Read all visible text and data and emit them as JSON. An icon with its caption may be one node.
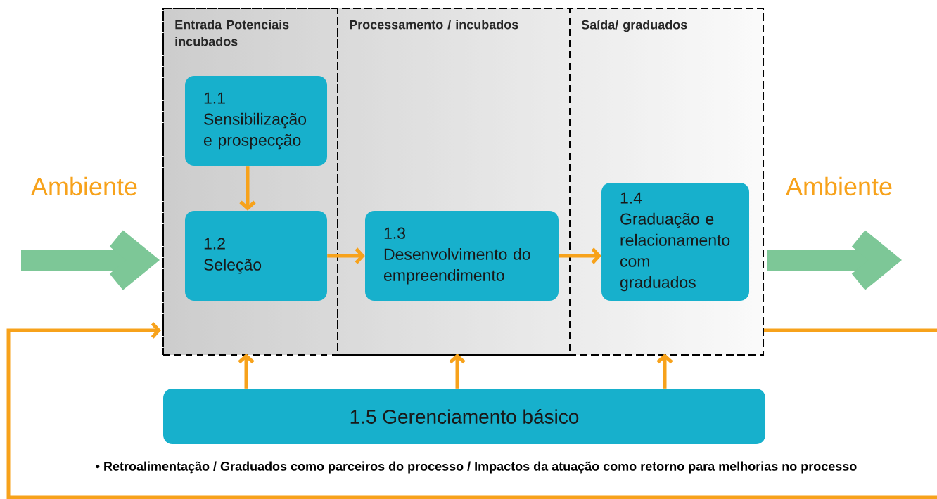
{
  "diagram": {
    "nodes": [
      {
        "text": [],
        "shape": "box"
      },
      {
        "text": [
          "Entrada Potenciais incubados"
        ],
        "in": 0
      },
      {
        "text": [
          "Processamento / incubados"
        ],
        "in": 0
      },
      {
        "text": [
          "Saída/ graduados"
        ],
        "in": 0
      },
      {
        "text": [
          "1.1",
          "Sensibilização e prospecção"
        ],
        "in": 1
      },
      {
        "text": [
          "1.2",
          "Seleção"
        ],
        "in": 1
      },
      {
        "text": [
          "1.3",
          "Desenvolvimento do empreendimento"
        ],
        "in": 2
      },
      {
        "text": [
          "1.4",
          "Graduação e relacionamento com graduados"
        ],
        "in": 3
      },
      {
        "text": [
          "1.5 Gerenciamento básico"
        ]
      }
    ],
    "edges": [
      {
        "from": 4,
        "to": 5,
        "arrow": "to"
      },
      {
        "from": 5,
        "to": 6,
        "arrow": "to"
      },
      {
        "from": 6,
        "to": 7,
        "arrow": "to"
      },
      {
        "from": 8,
        "to": 1,
        "arrow": "to"
      },
      {
        "from": 8,
        "to": 2,
        "arrow": "to"
      },
      {
        "from": 8,
        "to": 3,
        "arrow": "to"
      },
      {
        "from": 3,
        "to": 1,
        "arrow": "to"
      },
      {
        "from": null,
        "to": 0,
        "arrow": "to",
        "style": "thick",
        "color": "#7dc797"
      },
      {
        "from": 0,
        "to": null,
        "arrow": "to",
        "style": "thick",
        "color": "#7dc797"
      }
    ],
    "labels": [
      "Ambiente",
      "Ambiente",
      "• Retroalimentação / Graduados como parceiros do processo / Impactos da atuação como retorno para melhorias no processo"
    ]
  }
}
